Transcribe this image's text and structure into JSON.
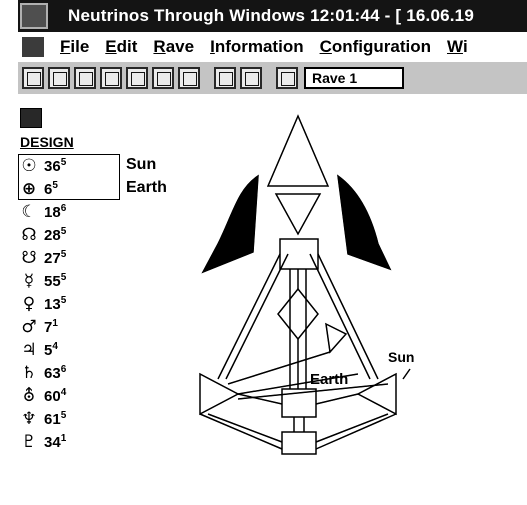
{
  "window": {
    "title": "Neutrinos Through Windows 12:01:44 - [ 16.06.19"
  },
  "menu": {
    "items": [
      {
        "underline": "F",
        "rest": "ile"
      },
      {
        "underline": "E",
        "rest": "dit"
      },
      {
        "underline": "R",
        "rest": "ave"
      },
      {
        "underline": "I",
        "rest": "nformation"
      },
      {
        "underline": "C",
        "rest": "onfiguration"
      },
      {
        "underline": "W",
        "rest": "i"
      }
    ]
  },
  "toolbar": {
    "rave_select_value": "Rave 1"
  },
  "design": {
    "label": "DESIGN",
    "sun_label": "Sun",
    "earth_label": "Earth",
    "planets": [
      {
        "icon": "sun-glyph-icon",
        "glyph": "☉",
        "gate": "36",
        "line": "5"
      },
      {
        "icon": "earth-glyph-icon",
        "glyph": "⊕",
        "gate": "6",
        "line": "5"
      },
      {
        "icon": "moon-glyph-icon",
        "glyph": "☾",
        "gate": "18",
        "line": "6"
      },
      {
        "icon": "north-node-glyph-icon",
        "glyph": "☊",
        "gate": "28",
        "line": "5"
      },
      {
        "icon": "south-node-glyph-icon",
        "glyph": "☋",
        "gate": "27",
        "line": "5"
      },
      {
        "icon": "mercury-glyph-icon",
        "glyph": "☿",
        "gate": "55",
        "line": "5"
      },
      {
        "icon": "venus-glyph-icon",
        "glyph": "♀",
        "gate": "13",
        "line": "5"
      },
      {
        "icon": "mars-glyph-icon",
        "glyph": "♂",
        "gate": "7",
        "line": "1"
      },
      {
        "icon": "jupiter-glyph-icon",
        "glyph": "♃",
        "gate": "5",
        "line": "4"
      },
      {
        "icon": "saturn-glyph-icon",
        "glyph": "♄",
        "gate": "63",
        "line": "6"
      },
      {
        "icon": "uranus-glyph-icon",
        "glyph": "⛢",
        "gate": "60",
        "line": "4"
      },
      {
        "icon": "neptune-glyph-icon",
        "glyph": "♆",
        "gate": "61",
        "line": "5"
      },
      {
        "icon": "pluto-glyph-icon",
        "glyph": "♇",
        "gate": "34",
        "line": "1"
      }
    ]
  },
  "bodygraph": {
    "earth_label": "Earth",
    "sun_label": "Sun"
  }
}
